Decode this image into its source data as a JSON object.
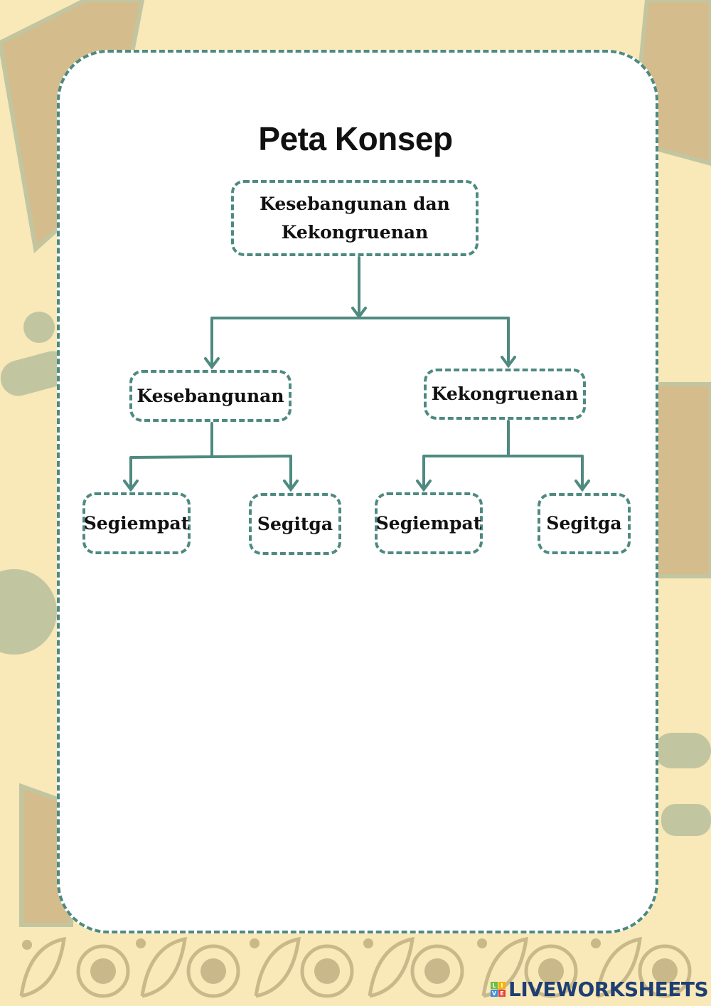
{
  "title": "Peta Konsep",
  "root": {
    "label_line1": "Kesebangunan dan",
    "label_line2": "Kekongruenan"
  },
  "branches": [
    {
      "label": "Kesebangunan",
      "children": [
        "Segiempat",
        "Segitga"
      ]
    },
    {
      "label": "Kekongruenan",
      "children": [
        "Segiempat",
        "Segitga"
      ]
    }
  ],
  "logo": {
    "text": "LIVEWORKSHEETS",
    "cube": [
      "L",
      "I",
      "V",
      "E"
    ]
  },
  "colors": {
    "accent": "#4e8a80",
    "background": "#f9e8b8",
    "decor_tan": "#d4bc8c",
    "decor_sage": "#c2c6a0",
    "logo": "#1d3f74"
  }
}
